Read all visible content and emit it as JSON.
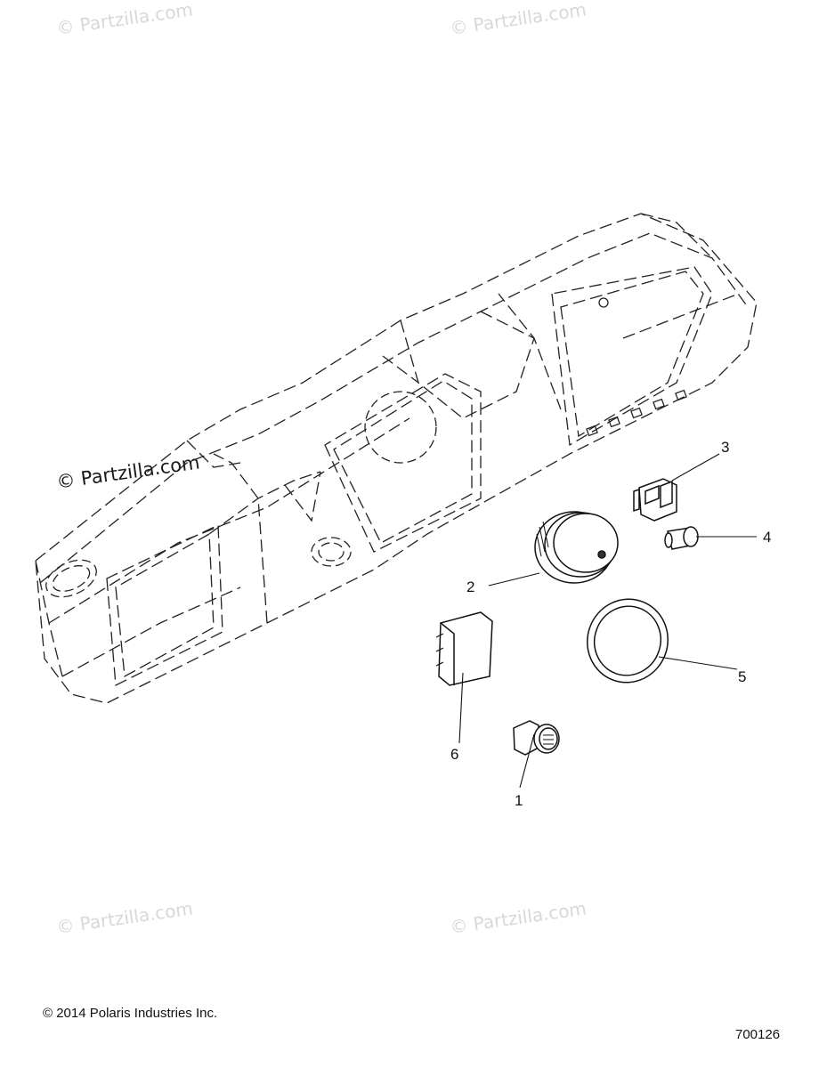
{
  "watermarks": [
    {
      "text": "© Partzilla.com"
    },
    {
      "text": "© Partzilla.com"
    },
    {
      "text": "© Partzilla.com"
    },
    {
      "text": "© Partzilla.com"
    },
    {
      "text": "© Partzilla.com"
    }
  ],
  "callouts": [
    "1",
    "2",
    "3",
    "4",
    "5",
    "6"
  ],
  "footer": {
    "copyright": "© 2014 Polaris Industries Inc.",
    "drawing_number": "700126"
  }
}
